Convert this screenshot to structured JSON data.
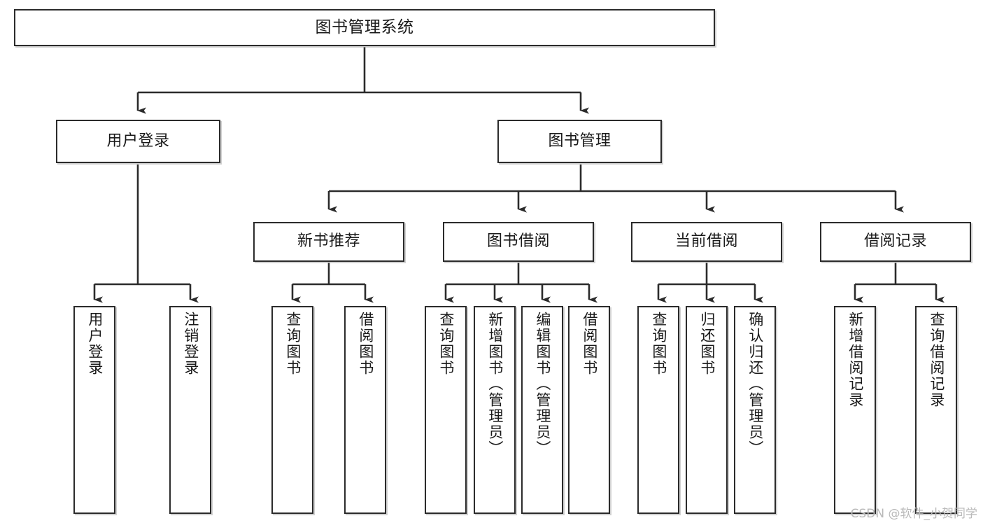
{
  "diagram": {
    "title": "图书管理系统",
    "type": "tree-hierarchy-chart",
    "watermark": "CSDN @软件_小贺同学",
    "colors": {
      "node_border": "#2b2b2b",
      "node_fill": "#ffffff",
      "edge": "#2b2b2b",
      "text": "#1a1a1a",
      "watermark": "#b9b9b9",
      "background": "#ffffff"
    },
    "levels": {
      "root": {
        "label": "图书管理系统"
      },
      "level2": [
        {
          "id": "user-login",
          "label": "用户登录"
        },
        {
          "id": "book-management",
          "label": "图书管理"
        }
      ],
      "level3": [
        {
          "id": "new-book-recommend",
          "label": "新书推荐"
        },
        {
          "id": "book-borrow",
          "label": "图书借阅"
        },
        {
          "id": "current-borrow",
          "label": "当前借阅"
        },
        {
          "id": "borrow-record",
          "label": "借阅记录"
        }
      ],
      "leaves": {
        "user-login": [
          {
            "id": "leaf-user-login",
            "label": "用户登录"
          },
          {
            "id": "leaf-user-logout",
            "label": "注销登录"
          }
        ],
        "new-book-recommend": [
          {
            "id": "leaf-query-book-1",
            "label": "查询图书"
          },
          {
            "id": "leaf-borrow-book-1",
            "label": "借阅图书"
          }
        ],
        "book-borrow": [
          {
            "id": "leaf-query-book-2",
            "label": "查询图书"
          },
          {
            "id": "leaf-add-book",
            "label": "新增图书（管理员）"
          },
          {
            "id": "leaf-edit-book",
            "label": "编辑图书（管理员）"
          },
          {
            "id": "leaf-borrow-book-2",
            "label": "借阅图书"
          }
        ],
        "current-borrow": [
          {
            "id": "leaf-query-book-3",
            "label": "查询图书"
          },
          {
            "id": "leaf-return-book",
            "label": "归还图书"
          },
          {
            "id": "leaf-confirm-return",
            "label": "确认归还（管理员）"
          }
        ],
        "borrow-record": [
          {
            "id": "leaf-add-record",
            "label": "新增借阅记录"
          },
          {
            "id": "leaf-query-record",
            "label": "查询借阅记录"
          }
        ]
      }
    }
  }
}
